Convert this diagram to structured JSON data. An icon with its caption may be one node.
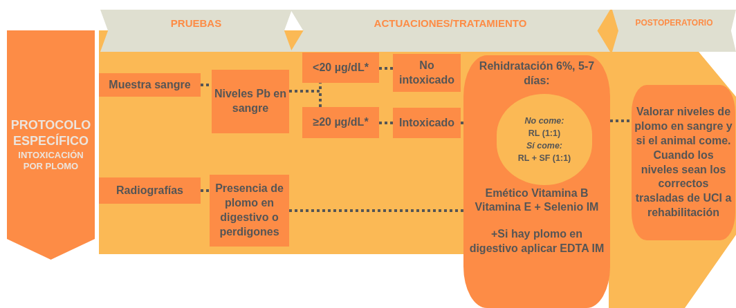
{
  "diagram": {
    "nodes": [
      {
        "text": [
          "PROTOCOLO ESPECÍFICO",
          "INTOXICACIÓN POR PLOMO"
        ]
      },
      {
        "text": [
          "PRUEBAS"
        ]
      },
      {
        "text": [
          "ACTUACIONES/TRATAMIENTO"
        ]
      },
      {
        "text": [
          "POSTOPERATORIO"
        ]
      },
      {
        "text": [
          "Muestra sangre"
        ]
      },
      {
        "text": [
          "Niveles Pb en sangre"
        ]
      },
      {
        "text": [
          "<20 µg/dL*"
        ]
      },
      {
        "text": [
          "≥20 µg/dL*"
        ]
      },
      {
        "text": [
          "No intoxicado"
        ]
      },
      {
        "text": [
          "Intoxicado"
        ]
      },
      {
        "text": [
          "Radiografías"
        ]
      },
      {
        "text": [
          "Presencia de plomo en digestivo o perdigones"
        ]
      },
      {
        "text": [
          "Rehidratación 6%, 5-7 días:",
          "Emético Vitamina B Vitamina E + Selenio IM",
          "+Si hay plomo en digestivo aplicar EDTA IM"
        ]
      },
      {
        "text": [
          "No come:",
          "RL (1:1)",
          "Sí come:",
          "RL + SF (1:1)"
        ],
        "in": 12
      },
      {
        "text": [
          "Valorar niveles de plomo en sangre y si el animal come. Cuando los niveles sean los correctos trasladas de UCI a rehabilitación"
        ]
      }
    ],
    "edges": [
      {
        "from": 4,
        "to": 5,
        "arrow": "none"
      },
      {
        "from": 5,
        "to": 6,
        "arrow": "none"
      },
      {
        "from": 5,
        "to": 7,
        "arrow": "none"
      },
      {
        "from": 6,
        "to": 8,
        "arrow": "none"
      },
      {
        "from": 7,
        "to": 9,
        "arrow": "none"
      },
      {
        "from": 9,
        "to": 12,
        "arrow": "none"
      },
      {
        "from": 10,
        "to": 11,
        "arrow": "none"
      },
      {
        "from": 11,
        "to": 12,
        "arrow": "none"
      },
      {
        "from": 12,
        "to": 14,
        "arrow": "none"
      }
    ]
  }
}
